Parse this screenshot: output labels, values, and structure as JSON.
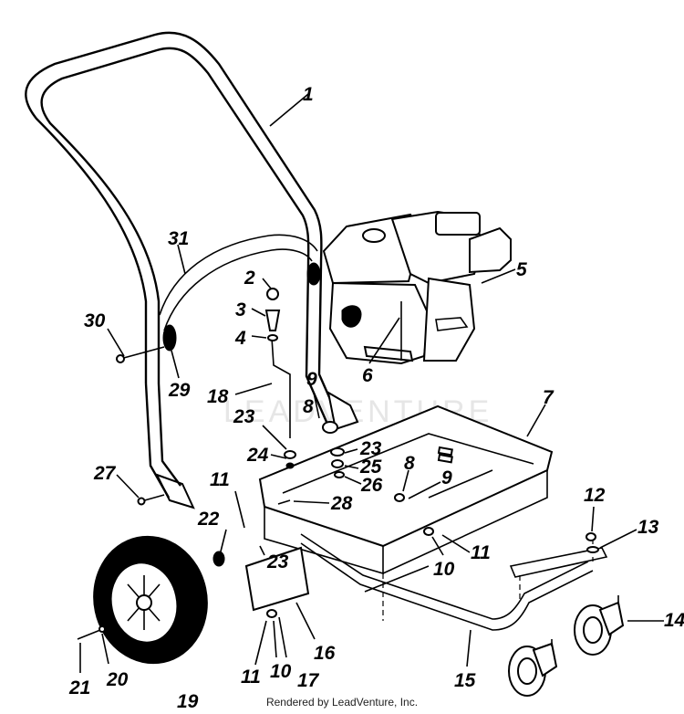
{
  "diagram": {
    "watermark": "LEADVENTURE",
    "credit": "Rendered by LeadVenture, Inc."
  },
  "callouts": [
    {
      "id": "c1",
      "text": "1"
    },
    {
      "id": "c2",
      "text": "2"
    },
    {
      "id": "c3",
      "text": "3"
    },
    {
      "id": "c4",
      "text": "4"
    },
    {
      "id": "c5",
      "text": "5"
    },
    {
      "id": "c6",
      "text": "6"
    },
    {
      "id": "c7",
      "text": "7"
    },
    {
      "id": "c8a",
      "text": "8"
    },
    {
      "id": "c8b",
      "text": "8"
    },
    {
      "id": "c9a",
      "text": "9"
    },
    {
      "id": "c9b",
      "text": "9"
    },
    {
      "id": "c10a",
      "text": "10"
    },
    {
      "id": "c10b",
      "text": "10"
    },
    {
      "id": "c11a",
      "text": "11"
    },
    {
      "id": "c11b",
      "text": "11"
    },
    {
      "id": "c11c",
      "text": "11"
    },
    {
      "id": "c12",
      "text": "12"
    },
    {
      "id": "c13",
      "text": "13"
    },
    {
      "id": "c14",
      "text": "14"
    },
    {
      "id": "c15",
      "text": "15"
    },
    {
      "id": "c16",
      "text": "16"
    },
    {
      "id": "c17",
      "text": "17"
    },
    {
      "id": "c18",
      "text": "18"
    },
    {
      "id": "c19",
      "text": "19"
    },
    {
      "id": "c20",
      "text": "20"
    },
    {
      "id": "c21",
      "text": "21"
    },
    {
      "id": "c22",
      "text": "22"
    },
    {
      "id": "c23a",
      "text": "23"
    },
    {
      "id": "c23b",
      "text": "23"
    },
    {
      "id": "c23c",
      "text": "23"
    },
    {
      "id": "c24",
      "text": "24"
    },
    {
      "id": "c25",
      "text": "25"
    },
    {
      "id": "c26",
      "text": "26"
    },
    {
      "id": "c27",
      "text": "27"
    },
    {
      "id": "c28",
      "text": "28"
    },
    {
      "id": "c29",
      "text": "29"
    },
    {
      "id": "c30",
      "text": "30"
    },
    {
      "id": "c31",
      "text": "31"
    }
  ]
}
